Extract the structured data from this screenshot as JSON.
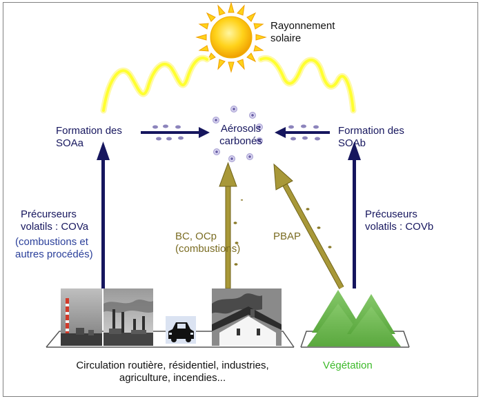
{
  "sun_label": {
    "line1": "Rayonnement",
    "line2": "solaire"
  },
  "aerosols_label": {
    "line1": "Aérosols",
    "line2": "carbonés"
  },
  "soa_left": {
    "line1": "Formation des",
    "line2": "SOAa"
  },
  "soa_right": {
    "line1": "Formation des",
    "line2": "SOAb"
  },
  "precursors_left": {
    "line1": "Précurseurs",
    "line2": "volatils : COVa",
    "line3": "(combustions et",
    "line4": "autres procédés)"
  },
  "precursors_right": {
    "line1": "Précuseurs",
    "line2": "volatils : COVb"
  },
  "bc_label": {
    "line1": "BC, OCp",
    "line2": "(combustions)"
  },
  "pbap_label": "PBAP",
  "sources_label": {
    "line1": "Circulation routière, résidentiel, industries,",
    "line2": "agriculture, incendies..."
  },
  "vegetation_label": "Végétation",
  "colors": {
    "navy": "#16165e",
    "olive": "#8c7d24",
    "sun": "#ffd21a",
    "ray": "#ffff3c",
    "tree": "#77c05b",
    "particle": "#8c84bc",
    "vegetation_text": "#3dba2a"
  }
}
